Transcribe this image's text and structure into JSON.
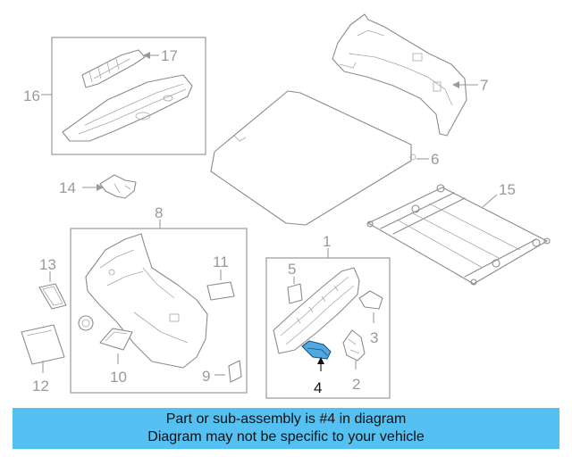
{
  "callouts": {
    "c1": "1",
    "c2": "2",
    "c3": "3",
    "c4": "4",
    "c5": "5",
    "c6": "6",
    "c7": "7",
    "c8": "8",
    "c9": "9",
    "c10": "10",
    "c11": "11",
    "c12": "12",
    "c13": "13",
    "c14": "14",
    "c15": "15",
    "c16": "16",
    "c17": "17"
  },
  "highlighted_part": "4",
  "highlight_color": "#4fa8e0",
  "banner": {
    "line1": "Part or sub-assembly is #4 in diagram",
    "line2": "Diagram may not be specific to your vehicle",
    "background": "#55c1f2"
  }
}
